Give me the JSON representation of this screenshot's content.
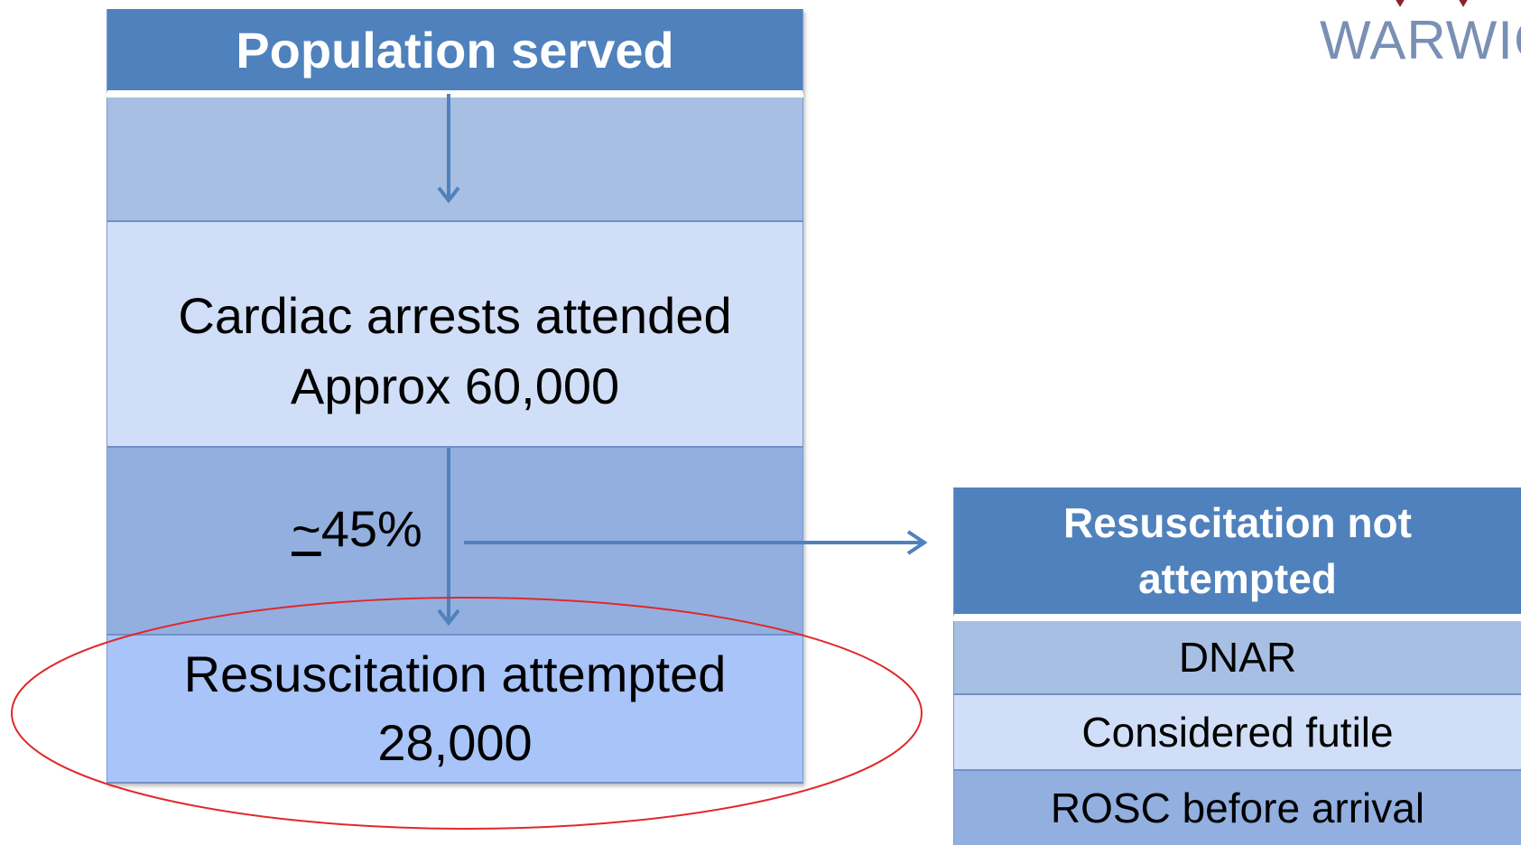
{
  "flow": {
    "header": "Population served",
    "cardiac_line1": "Cardiac arrests attended",
    "cardiac_line2": "Approx 60,000",
    "pct_tilde": "~",
    "pct_value": "45%",
    "resus_line1": "Resuscitation attempted",
    "resus_line2": "28,000"
  },
  "side": {
    "header_line1": "Resuscitation not",
    "header_line2": "attempted",
    "rows": [
      "DNAR",
      "Considered futile",
      "ROSC before arrival"
    ]
  },
  "logo": {
    "text": "WARWIC"
  },
  "colors": {
    "header": "#4f81bd",
    "arrow": "#4f81bd",
    "highlight_ellipse": "#e0282a"
  }
}
